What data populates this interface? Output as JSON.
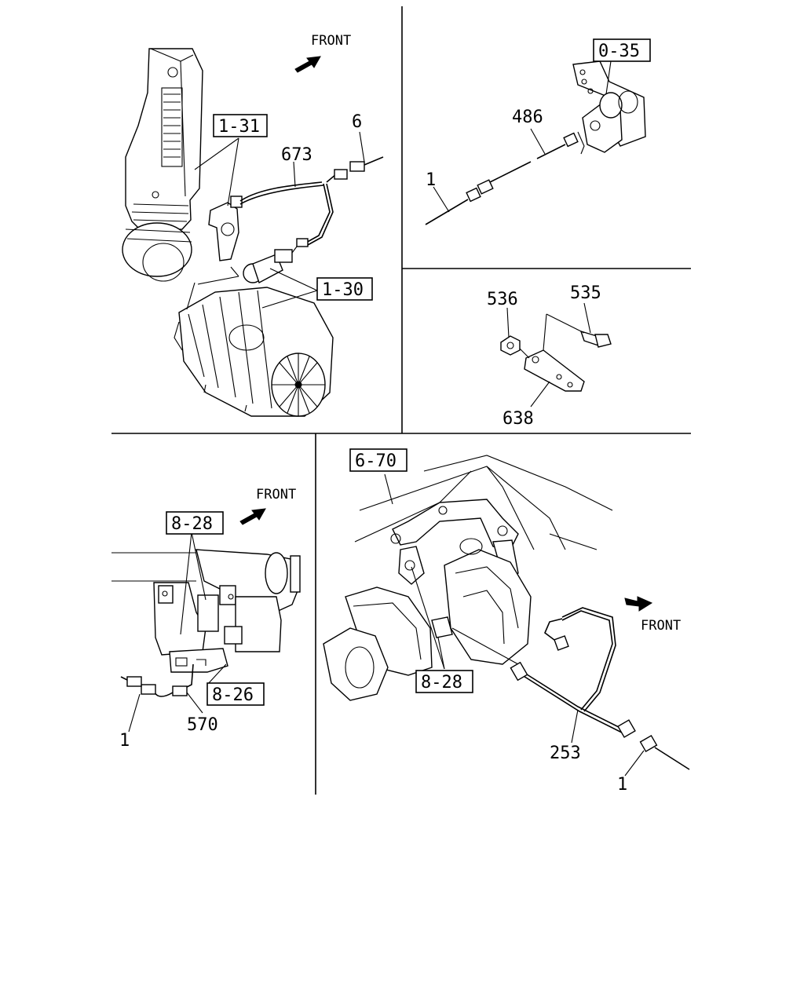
{
  "front_labels": [
    "FRONT",
    "FRONT",
    "FRONT"
  ],
  "ref_boxes": {
    "p1_top": "1-31",
    "p1_bottom": "1-30",
    "p2": "0-35",
    "p4_top": "8-28",
    "p4_bottom": "8-26",
    "p5_top": "6-70",
    "p5_bottom": "8-28"
  },
  "callouts": {
    "p1_673": "673",
    "p1_6": "6",
    "p2_486": "486",
    "p2_1": "1",
    "p3_536": "536",
    "p3_535": "535",
    "p3_638": "638",
    "p4_570": "570",
    "p4_1": "1",
    "p5_253": "253",
    "p5_1": "1"
  }
}
